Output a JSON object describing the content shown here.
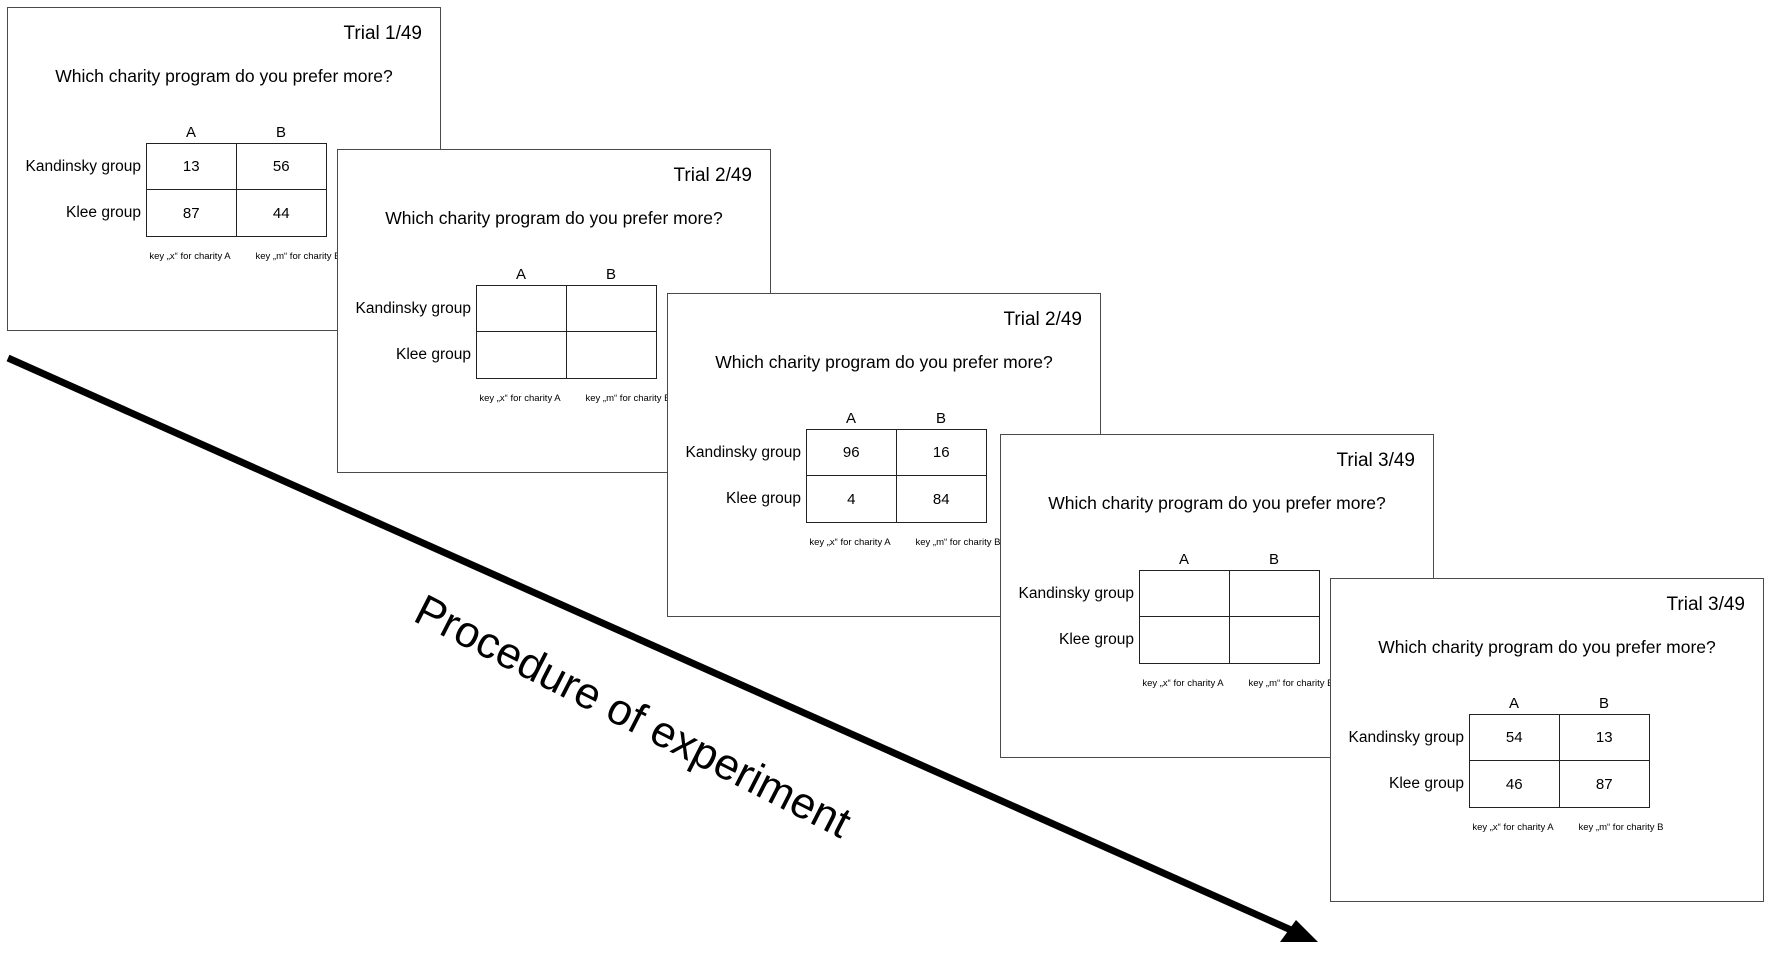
{
  "arrow_label": "Procedure of experiment",
  "question": "Which charity program do you prefer more?",
  "column_a": "A",
  "column_b": "B",
  "row_kandinsky": "Kandinsky group",
  "row_klee": "Klee group",
  "key_a": "key „x“ for charity A",
  "key_b": "key „m“ for charity B",
  "slides": [
    {
      "trial": "Trial 1/49",
      "values": [
        [
          "13",
          "56"
        ],
        [
          "87",
          "44"
        ]
      ]
    },
    {
      "trial": "Trial 2/49",
      "values": [
        [
          "",
          ""
        ],
        [
          "",
          ""
        ]
      ]
    },
    {
      "trial": "Trial 2/49",
      "values": [
        [
          "96",
          "16"
        ],
        [
          "4",
          "84"
        ]
      ]
    },
    {
      "trial": "Trial 3/49",
      "values": [
        [
          "",
          ""
        ],
        [
          "",
          ""
        ]
      ]
    },
    {
      "trial": "Trial 3/49",
      "values": [
        [
          "54",
          "13"
        ],
        [
          "46",
          "87"
        ]
      ]
    }
  ]
}
